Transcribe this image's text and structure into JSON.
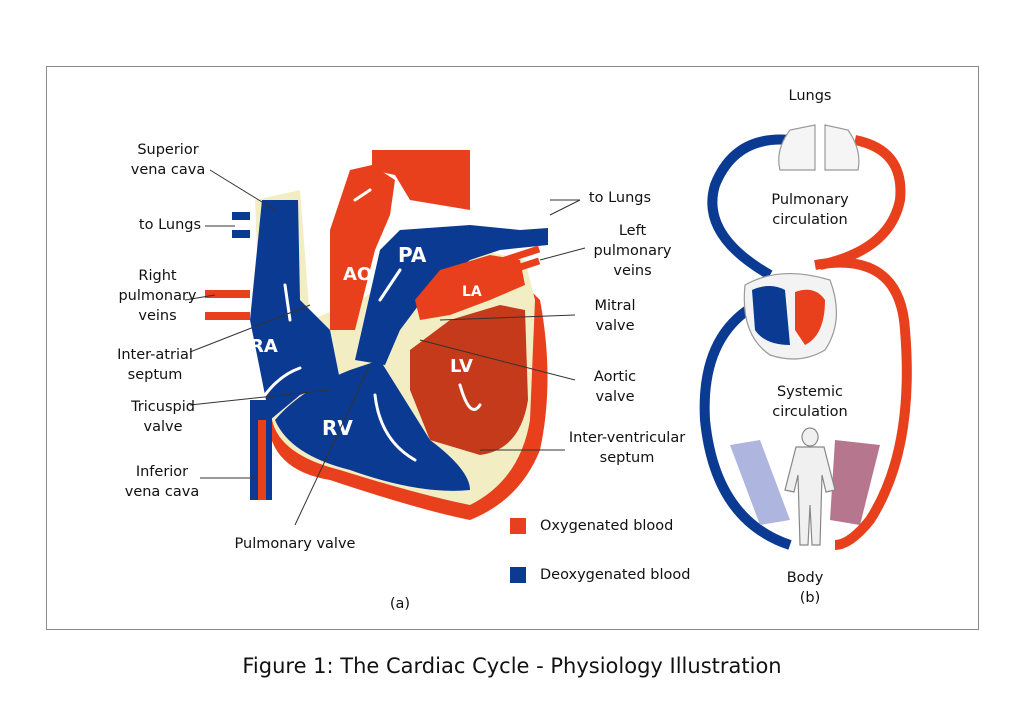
{
  "colors": {
    "oxygenated": "#E8401C",
    "deoxygenated": "#0B3A92",
    "septum": "#F3EDC3",
    "lv_fill": "#C43A1B"
  },
  "heart_labels": {
    "superior_vena_cava": "Superior\nvena cava",
    "to_lungs_left": "to Lungs",
    "right_pulmonary_veins": "Right\npulmonary\nveins",
    "inter_atrial_septum": "Inter-atrial\nseptum",
    "tricuspid_valve": "Tricuspid\nvalve",
    "inferior_vena_cava": "Inferior\nvena cava",
    "pulmonary_valve": "Pulmonary valve",
    "to_lungs_right": "to Lungs",
    "left_pulmonary_veins": "Left\npulmonary\nveins",
    "mitral_valve": "Mitral\nvalve",
    "aortic_valve": "Aortic\nvalve",
    "inter_ventricular_septum": "Inter-ventricular\nseptum"
  },
  "chamber_labels": {
    "ao": "AO",
    "pa": "PA",
    "ra": "RA",
    "rv": "RV",
    "la": "LA",
    "lv": "LV"
  },
  "legend": {
    "oxygenated": "Oxygenated blood",
    "deoxygenated": "Deoxygenated blood"
  },
  "panel_labels": {
    "a": "(a)",
    "b": "(b)"
  },
  "circulation_labels": {
    "lungs": "Lungs",
    "pulmonary": "Pulmonary\ncirculation",
    "systemic": "Systemic\ncirculation",
    "body": "Body"
  },
  "caption": "Figure 1: The Cardiac Cycle - Physiology Illustration"
}
